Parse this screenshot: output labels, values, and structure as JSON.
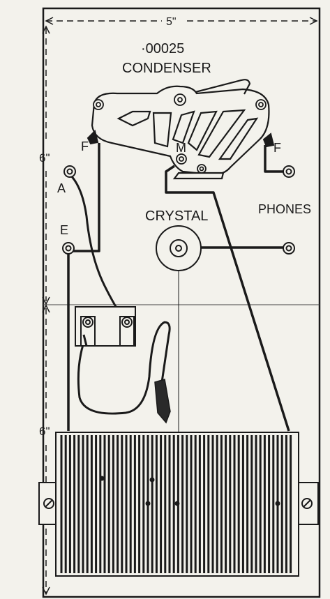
{
  "dimensions": {
    "width_label": "5\"",
    "upper_height_label": "6\"",
    "lower_height_label": "6\""
  },
  "condenser": {
    "value": "·00025",
    "name": "CONDENSER",
    "fixed_label": "F",
    "moving_label": "M",
    "fixed_label_right": "F"
  },
  "terminals": {
    "aerial": "A",
    "earth": "E"
  },
  "crystal": {
    "label": "CRYSTAL"
  },
  "phones": {
    "label": "PHONES"
  },
  "colors": {
    "ink": "#1a1a1a",
    "paper": "#f3f2ec"
  }
}
